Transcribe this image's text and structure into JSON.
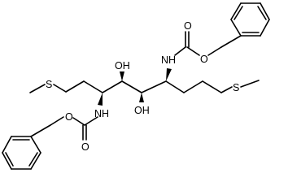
{
  "molecule": {
    "atoms": {
      "oh_top": "OH",
      "oh_bottom": "OH",
      "nh_right": "NH",
      "nh_left": "NH",
      "s_left": "S",
      "s_right": "S",
      "o_right_carbonyl": "O",
      "o_right_ester": "O",
      "o_left_carbonyl": "O",
      "o_left_ester": "O"
    }
  }
}
